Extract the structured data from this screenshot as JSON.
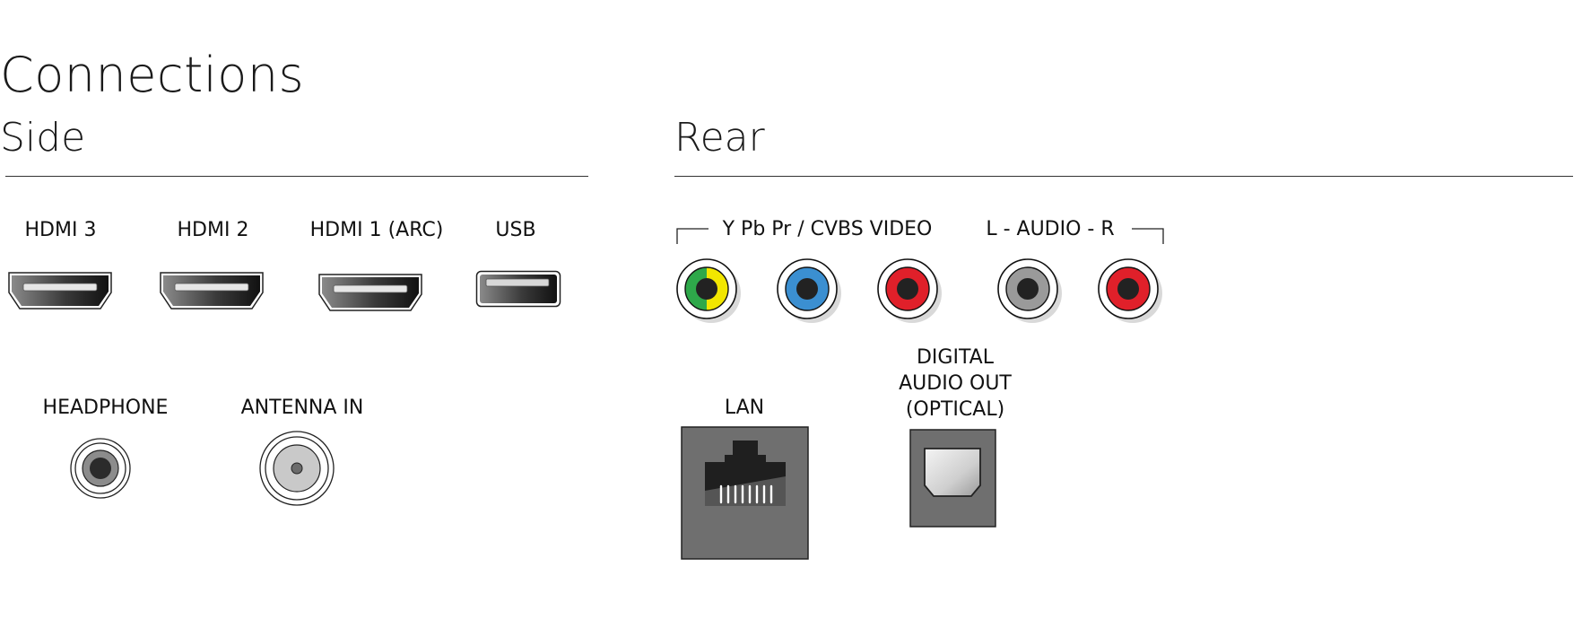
{
  "title": "Connections",
  "side": {
    "heading": "Side",
    "ports": {
      "hdmi3": "HDMI 3",
      "hdmi2": "HDMI 2",
      "hdmi1": "HDMI 1 (ARC)",
      "usb": "USB",
      "headphone": "HEADPHONE",
      "antenna": "ANTENNA IN"
    }
  },
  "rear": {
    "heading": "Rear",
    "video_group": "Y Pb Pr / CVBS VIDEO",
    "audio_group": "L - AUDIO - R",
    "lan": "LAN",
    "optical_line1": "DIGITAL",
    "optical_line2": "AUDIO OUT",
    "optical_line3": "(OPTICAL)"
  },
  "rca_colors": {
    "y": "#2ea84a",
    "cvbs": "#f2e600",
    "pb": "#3b8fd1",
    "pr": "#e0202a",
    "audio_l": "#9a9a9a",
    "audio_r": "#e0202a"
  }
}
